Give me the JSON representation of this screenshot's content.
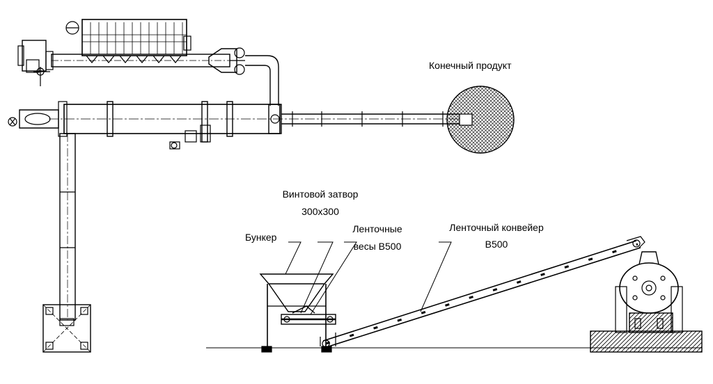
{
  "labels": {
    "final_product": "Конечный продукт",
    "screw_gate_line1": "Винтовой затвор",
    "screw_gate_line2": "300х300",
    "bunker": "Бункер",
    "belt_scales_line1": "Ленточные",
    "belt_scales_line2": "весы В500",
    "belt_conveyor_line1": "Ленточный конвейер",
    "belt_conveyor_line2": "В500"
  },
  "colors": {
    "line": "#000000",
    "background": "#ffffff"
  }
}
